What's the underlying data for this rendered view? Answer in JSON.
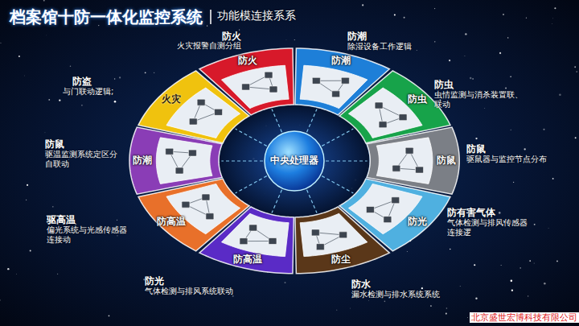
{
  "diagram": {
    "title": "档案馆十防一体化监控系统",
    "nodes": [
      {
        "text": [
          "防火"
        ]
      },
      {
        "text": [
          "防潮"
        ]
      },
      {
        "text": [
          "防虫"
        ]
      },
      {
        "text": [
          "防鼠"
        ]
      },
      {
        "text": [
          "防光"
        ]
      },
      {
        "text": [
          "防尘"
        ]
      },
      {
        "text": [
          "防高温"
        ]
      },
      {
        "text": [
          "防高温"
        ]
      },
      {
        "text": [
          "防潮"
        ]
      },
      {
        "text": [
          "火灾"
        ]
      },
      {
        "text": [
          "中央处理器"
        ]
      }
    ],
    "edges": [
      {
        "from": 10,
        "to": 0,
        "arrow": "none"
      },
      {
        "from": 10,
        "to": 1,
        "arrow": "none"
      },
      {
        "from": 10,
        "to": 2,
        "arrow": "none"
      },
      {
        "from": 10,
        "to": 3,
        "arrow": "none"
      },
      {
        "from": 10,
        "to": 4,
        "arrow": "none"
      },
      {
        "from": 10,
        "to": 5,
        "arrow": "none"
      },
      {
        "from": 10,
        "to": 6,
        "arrow": "none"
      },
      {
        "from": 10,
        "to": 7,
        "arrow": "none"
      },
      {
        "from": 10,
        "to": 8,
        "arrow": "none"
      },
      {
        "from": 10,
        "to": 9,
        "arrow": "none"
      }
    ],
    "labels": [
      "功能模连接系系",
      "防火",
      "火灾报警自测分组",
      "防潮",
      "除湿设备工作逻辑",
      "防虫",
      "虫情监测与消杀装置联、 联动",
      "防鼠",
      "驱鼠器与监控节点分布",
      "防有害气体",
      "气体检测与排风传感器 连接逻",
      "防水",
      "漏水检测与排水系统系统",
      "防光",
      "气体检测与排风系统联动",
      "驱高温",
      "偏光系统与光感传感器 连接动",
      "防鼠",
      "驱温监测系统定区分 自联动",
      "防盗",
      "与门联动逻辑;",
      "北京盛世宏博科技有限公司"
    ]
  }
}
